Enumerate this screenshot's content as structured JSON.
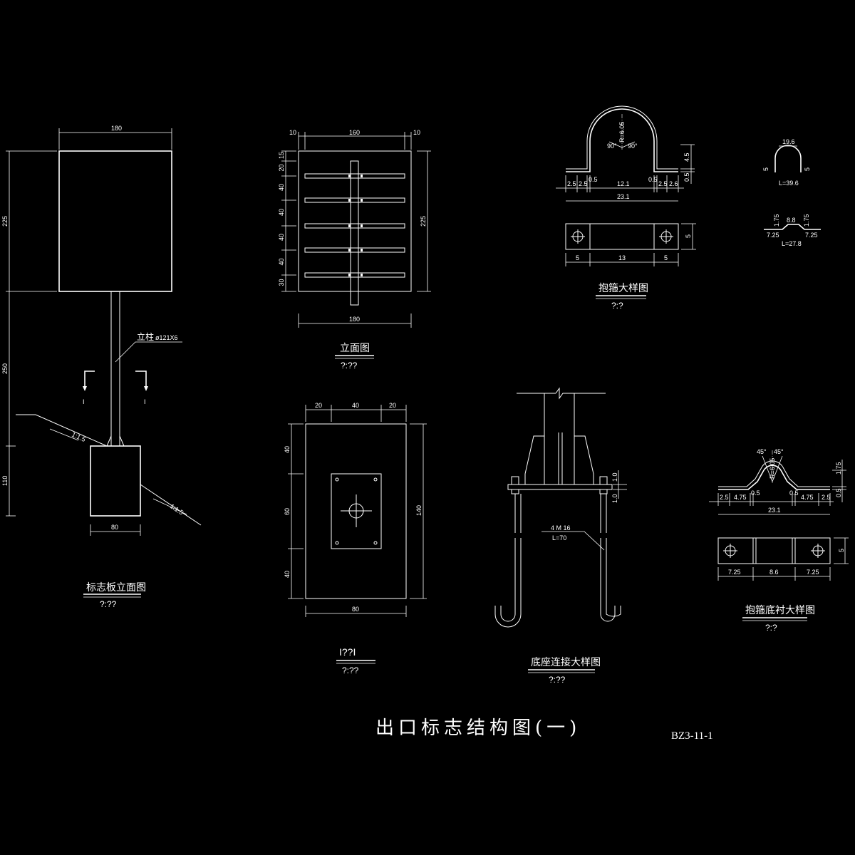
{
  "drawing": {
    "main_title": "出口标志结构图(一)",
    "drawing_code": "BZ3-11-1"
  },
  "views": {
    "elevation": {
      "title": "标志板立面图",
      "scale": "?:??",
      "post_label": "立柱",
      "post_spec": "ø121X6",
      "slope1": "1:1.5",
      "slope2": "1:1.5",
      "section_mark": "I",
      "dims": {
        "board_width": "180",
        "board_height": "225",
        "post_height": "250",
        "foundation_depth": "110",
        "foundation_width": "80"
      }
    },
    "front": {
      "title": "立面图",
      "scale": "?:??",
      "dims": {
        "left_margin": "10",
        "inner_width": "160",
        "right_margin": "10",
        "height": "225",
        "bottom_width": "180",
        "v": [
          "15",
          "20",
          "40",
          "40",
          "40",
          "40",
          "30"
        ]
      }
    },
    "section": {
      "title": "I??I",
      "scale": "?:??",
      "dims": {
        "top_left": "20",
        "top_mid": "40",
        "top_right": "20",
        "left_top": "40",
        "left_mid": "60",
        "left_bottom": "40",
        "right_height": "140",
        "bottom_width": "80"
      }
    },
    "clamp": {
      "title": "抱箍大样图",
      "scale": "?:?",
      "dims": {
        "radius": "R=6.05",
        "angle_left": "90°",
        "angle_right": "90°",
        "h1": "4.5",
        "h2": "0.5",
        "a1": "2.5",
        "a2": "2.5",
        "a3": "0.5",
        "mid": "12.1",
        "a4": "0.5",
        "a5": "2.5",
        "a6": "2.6",
        "total": "23.1",
        "plan_left": "5",
        "plan_mid": "13",
        "plan_right": "5",
        "plan_h": "5"
      }
    },
    "piece1": {
      "top": "19.6",
      "left": "5",
      "right": "5",
      "length": "L=39.6"
    },
    "piece2": {
      "h1": "1.75",
      "mid": "8.8",
      "h2": "1.75",
      "left": "7.25",
      "right": "7.25",
      "length": "L=27.8"
    },
    "base": {
      "title": "底座连接大样图",
      "scale": "?:??",
      "bolt_spec": "4 M 16",
      "bolt_length": "L=70",
      "d1": "1.0",
      "d2": "1.0"
    },
    "liner": {
      "title": "抱箍底衬大样图",
      "scale": "?:?",
      "dims": {
        "angle_left": "45°",
        "angle_right": "45°",
        "radius": "R=6.05",
        "h1": "1.75",
        "h2": "0.5",
        "a1": "2.5",
        "a2": "4.75",
        "a3": "0.5",
        "a4": "0.5",
        "a5": "4.75",
        "a6": "2.5",
        "total": "23.1",
        "plan_left": "7.25",
        "plan_mid": "8.6",
        "plan_right": "7.25",
        "plan_h": "5"
      }
    }
  }
}
